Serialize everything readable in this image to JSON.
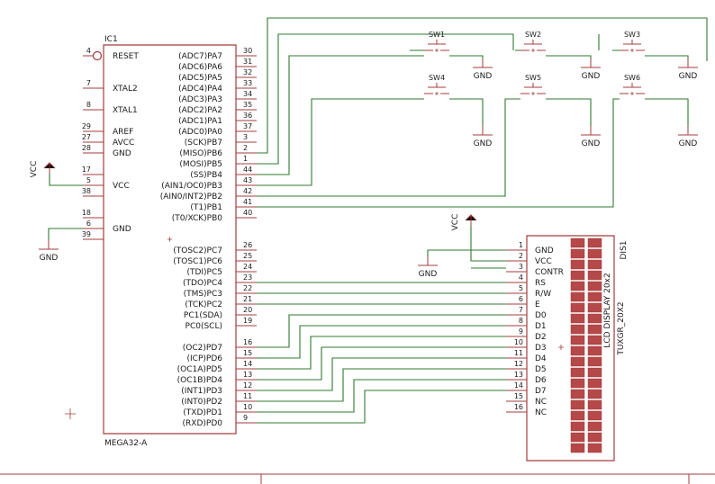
{
  "mcu": {
    "ref": "IC1",
    "value": "MEGA32-A",
    "left_pins": [
      {
        "name": "RESET",
        "num": "4"
      },
      {
        "name": "XTAL2",
        "num": "7"
      },
      {
        "name": "XTAL1",
        "num": "8"
      },
      {
        "name": "AREF",
        "num": "29"
      },
      {
        "name": "AVCC",
        "num": "27"
      },
      {
        "name": "GND",
        "num": "28"
      },
      {
        "name": "",
        "num": "17"
      },
      {
        "name": "VCC",
        "num": "5"
      },
      {
        "name": "",
        "num": "38"
      },
      {
        "name": "",
        "num": "18"
      },
      {
        "name": "GND",
        "num": "6"
      },
      {
        "name": "",
        "num": "39"
      }
    ],
    "right_pins": [
      {
        "name": "(ADC7)PA7",
        "num": "30"
      },
      {
        "name": "(ADC6)PA6",
        "num": "31"
      },
      {
        "name": "(ADC5)PA5",
        "num": "32"
      },
      {
        "name": "(ADC4)PA4",
        "num": "33"
      },
      {
        "name": "(ADC3)PA3",
        "num": "34"
      },
      {
        "name": "(ADC2)PA2",
        "num": "35"
      },
      {
        "name": "(ADC1)PA1",
        "num": "36"
      },
      {
        "name": "(ADC0)PA0",
        "num": "37"
      },
      {
        "name": "(SCK)PB7",
        "num": "3"
      },
      {
        "name": "(MISO)PB6",
        "num": "2"
      },
      {
        "name": "(MOSI)PB5",
        "num": "1"
      },
      {
        "name": "(SS)PB4",
        "num": "44"
      },
      {
        "name": "(AIN1/OC0)PB3",
        "num": "43"
      },
      {
        "name": "(AIN0/INT2)PB2",
        "num": "42"
      },
      {
        "name": "(T1)PB1",
        "num": "41"
      },
      {
        "name": "(T0/XCK)PB0",
        "num": "40"
      },
      {
        "name": "(TOSC2)PC7",
        "num": "26"
      },
      {
        "name": "(TOSC1)PC6",
        "num": "25"
      },
      {
        "name": "(TDI)PC5",
        "num": "24"
      },
      {
        "name": "(TDO)PC4",
        "num": "23"
      },
      {
        "name": "(TMS)PC3",
        "num": "22"
      },
      {
        "name": "(TCK)PC2",
        "num": "21"
      },
      {
        "name": "PC1(SDA)",
        "num": "20"
      },
      {
        "name": "PC0(SCL)",
        "num": "19"
      },
      {
        "name": "(OC2)PD7",
        "num": "16"
      },
      {
        "name": "(ICP)PD6",
        "num": "15"
      },
      {
        "name": "(OC1A)PD5",
        "num": "14"
      },
      {
        "name": "(OC1B)PD4",
        "num": "13"
      },
      {
        "name": "(INT1)PD3",
        "num": "12"
      },
      {
        "name": "(INT0)PD2",
        "num": "11"
      },
      {
        "name": "(TXD)PD1",
        "num": "10"
      },
      {
        "name": "(RXD)PD0",
        "num": "9"
      }
    ]
  },
  "power": {
    "vcc_label": "VCC",
    "gnd_label": "GND"
  },
  "switches": [
    "SW1",
    "SW2",
    "SW3",
    "SW4",
    "SW5",
    "SW6"
  ],
  "lcd": {
    "ref": "DIS1",
    "value": "LCD DISPLAY 20x2",
    "package": "TUXGR_20X2",
    "pins": [
      {
        "name": "GND",
        "num": "1"
      },
      {
        "name": "VCC",
        "num": "2"
      },
      {
        "name": "CONTR",
        "num": "3"
      },
      {
        "name": "RS",
        "num": "4"
      },
      {
        "name": "R/W",
        "num": "5"
      },
      {
        "name": "E",
        "num": "6"
      },
      {
        "name": "D0",
        "num": "7"
      },
      {
        "name": "D1",
        "num": "8"
      },
      {
        "name": "D2",
        "num": "9"
      },
      {
        "name": "D3",
        "num": "10"
      },
      {
        "name": "D4",
        "num": "11"
      },
      {
        "name": "D5",
        "num": "12"
      },
      {
        "name": "D6",
        "num": "13"
      },
      {
        "name": "D7",
        "num": "14"
      },
      {
        "name": "NC",
        "num": "15"
      },
      {
        "name": "NC",
        "num": "16"
      }
    ]
  }
}
